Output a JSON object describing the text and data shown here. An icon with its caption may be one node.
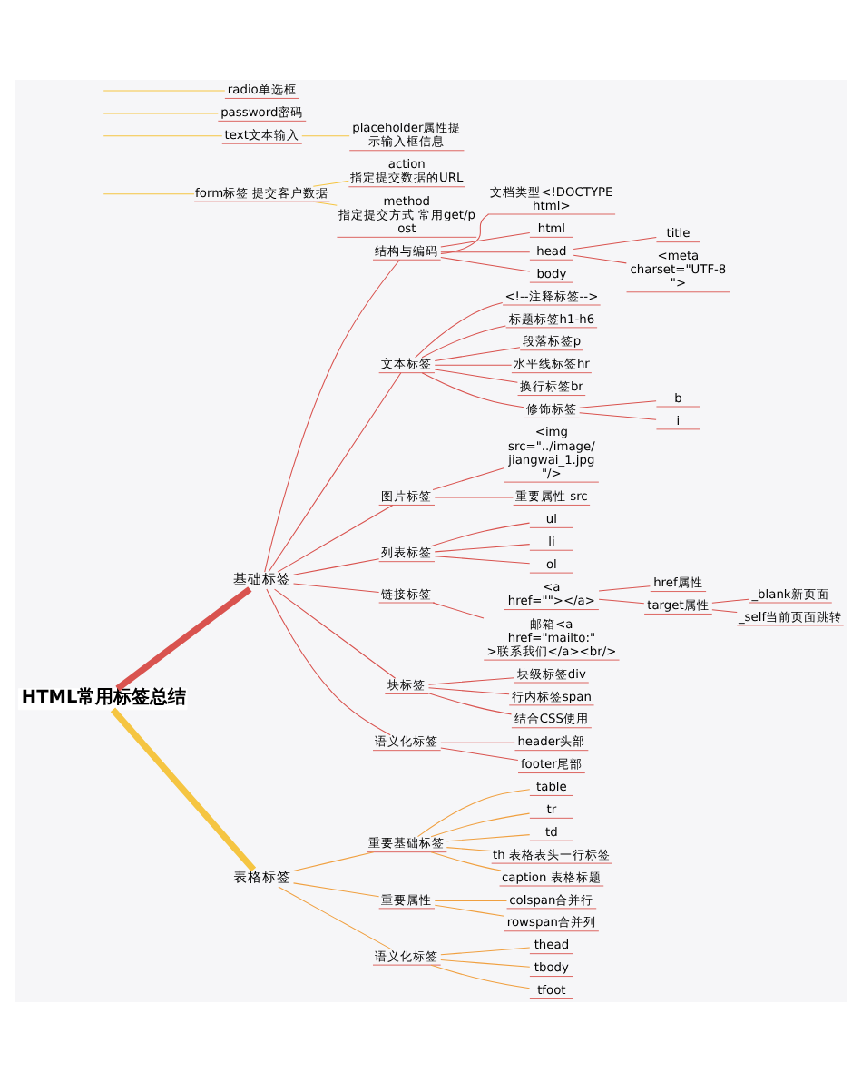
{
  "diagram": {
    "nodes": [
      {
        "text": [
          "HTML常用标签总结"
        ]
      },
      {
        "text": [
          "基础标签"
        ]
      },
      {
        "text": [
          "结构与编码"
        ]
      },
      {
        "text": [
          "文档类型<!DOCTYPE html>"
        ]
      },
      {
        "text": [
          "html"
        ]
      },
      {
        "text": [
          "head"
        ]
      },
      {
        "text": [
          "title"
        ]
      },
      {
        "text": [
          "<meta charset=\"UTF-8\">"
        ]
      },
      {
        "text": [
          "body"
        ]
      },
      {
        "text": [
          "文本标签"
        ]
      },
      {
        "text": [
          "<!--注释标签-->"
        ]
      },
      {
        "text": [
          "标题标签h1-h6"
        ]
      },
      {
        "text": [
          "段落标签p"
        ]
      },
      {
        "text": [
          "水平线标签hr"
        ]
      },
      {
        "text": [
          "换行标签br"
        ]
      },
      {
        "text": [
          "修饰标签"
        ]
      },
      {
        "text": [
          "b"
        ]
      },
      {
        "text": [
          "i"
        ]
      },
      {
        "text": [
          "图片标签"
        ]
      },
      {
        "text": [
          "<img src=\"../image/jiangwai_1.jpg\"/>"
        ]
      },
      {
        "text": [
          "重要属性 src"
        ]
      },
      {
        "text": [
          "列表标签"
        ]
      },
      {
        "text": [
          "ul"
        ]
      },
      {
        "text": [
          "li"
        ]
      },
      {
        "text": [
          "ol"
        ]
      },
      {
        "text": [
          "链接标签"
        ]
      },
      {
        "text": [
          "<a href=\"\"></a>"
        ]
      },
      {
        "text": [
          "href属性"
        ]
      },
      {
        "text": [
          "target属性"
        ]
      },
      {
        "text": [
          "_blank新页面"
        ]
      },
      {
        "text": [
          "_self当前页面跳转"
        ]
      },
      {
        "text": [
          "邮箱<a href=\"mailto:\">联系我们</a><br/>"
        ]
      },
      {
        "text": [
          "块标签"
        ]
      },
      {
        "text": [
          "块级标签div"
        ]
      },
      {
        "text": [
          "行内标签span"
        ]
      },
      {
        "text": [
          "结合CSS使用"
        ]
      },
      {
        "text": [
          "语义化标签"
        ]
      },
      {
        "text": [
          "header头部"
        ]
      },
      {
        "text": [
          "footer尾部"
        ]
      },
      {
        "text": [
          "表格标签"
        ]
      },
      {
        "text": [
          "重要基础标签"
        ]
      },
      {
        "text": [
          "table"
        ]
      },
      {
        "text": [
          "tr"
        ]
      },
      {
        "text": [
          "td"
        ]
      },
      {
        "text": [
          "th 表格表头一行标签"
        ]
      },
      {
        "text": [
          "caption 表格标题"
        ]
      },
      {
        "text": [
          "重要属性"
        ]
      },
      {
        "text": [
          "colspan合并行"
        ]
      },
      {
        "text": [
          "rowspan合并列"
        ]
      },
      {
        "text": [
          "语义化标签"
        ]
      },
      {
        "text": [
          "thead"
        ]
      },
      {
        "text": [
          "tbody"
        ]
      },
      {
        "text": [
          "tfoot"
        ]
      },
      {
        "text": [
          "form标签 提交客户数据"
        ]
      },
      {
        "text": [
          "action 指定提交数据的URL"
        ]
      },
      {
        "text": [
          "method 指定提交方式 常用get/post"
        ]
      },
      {
        "text": [
          "text文本输入"
        ]
      },
      {
        "text": [
          "placeholder属性提示输入框信息"
        ]
      },
      {
        "text": [
          "password密码"
        ]
      },
      {
        "text": [
          "radio单选框"
        ]
      }
    ],
    "edges": [
      {
        "from": 0,
        "to": 1,
        "arrow": "none",
        "style": "thick"
      },
      {
        "from": 1,
        "to": 2,
        "arrow": "none"
      },
      {
        "from": 2,
        "to": 3,
        "arrow": "none"
      },
      {
        "from": 2,
        "to": 4,
        "arrow": "none"
      },
      {
        "from": 2,
        "to": 5,
        "arrow": "none"
      },
      {
        "from": 5,
        "to": 6,
        "arrow": "none"
      },
      {
        "from": 5,
        "to": 7,
        "arrow": "none"
      },
      {
        "from": 2,
        "to": 8,
        "arrow": "none"
      },
      {
        "from": 1,
        "to": 9,
        "arrow": "none"
      },
      {
        "from": 9,
        "to": 10,
        "arrow": "none"
      },
      {
        "from": 9,
        "to": 11,
        "arrow": "none"
      },
      {
        "from": 9,
        "to": 12,
        "arrow": "none"
      },
      {
        "from": 9,
        "to": 13,
        "arrow": "none"
      },
      {
        "from": 9,
        "to": 14,
        "arrow": "none"
      },
      {
        "from": 9,
        "to": 15,
        "arrow": "none"
      },
      {
        "from": 15,
        "to": 16,
        "arrow": "none"
      },
      {
        "from": 15,
        "to": 17,
        "arrow": "none"
      },
      {
        "from": 1,
        "to": 18,
        "arrow": "none"
      },
      {
        "from": 18,
        "to": 19,
        "arrow": "none"
      },
      {
        "from": 18,
        "to": 20,
        "arrow": "none"
      },
      {
        "from": 1,
        "to": 21,
        "arrow": "none"
      },
      {
        "from": 21,
        "to": 22,
        "arrow": "none"
      },
      {
        "from": 21,
        "to": 23,
        "arrow": "none"
      },
      {
        "from": 21,
        "to": 24,
        "arrow": "none"
      },
      {
        "from": 1,
        "to": 25,
        "arrow": "none"
      },
      {
        "from": 25,
        "to": 26,
        "arrow": "none"
      },
      {
        "from": 26,
        "to": 27,
        "arrow": "none"
      },
      {
        "from": 26,
        "to": 28,
        "arrow": "none"
      },
      {
        "from": 28,
        "to": 29,
        "arrow": "none"
      },
      {
        "from": 28,
        "to": 30,
        "arrow": "none"
      },
      {
        "from": 25,
        "to": 31,
        "arrow": "none"
      },
      {
        "from": 1,
        "to": 32,
        "arrow": "none"
      },
      {
        "from": 32,
        "to": 33,
        "arrow": "none"
      },
      {
        "from": 32,
        "to": 34,
        "arrow": "none"
      },
      {
        "from": 32,
        "to": 35,
        "arrow": "none"
      },
      {
        "from": 1,
        "to": 36,
        "arrow": "none"
      },
      {
        "from": 36,
        "to": 37,
        "arrow": "none"
      },
      {
        "from": 36,
        "to": 38,
        "arrow": "none"
      },
      {
        "from": 0,
        "to": 39,
        "arrow": "none",
        "style": "thick",
        "color": "#f5c542"
      },
      {
        "from": 39,
        "to": 40,
        "arrow": "none",
        "color": "#f0a040"
      },
      {
        "from": 40,
        "to": 41,
        "arrow": "none",
        "color": "#f0a040"
      },
      {
        "from": 40,
        "to": 42,
        "arrow": "none",
        "color": "#f0a040"
      },
      {
        "from": 40,
        "to": 43,
        "arrow": "none",
        "color": "#f0a040"
      },
      {
        "from": 40,
        "to": 44,
        "arrow": "none",
        "color": "#f0a040"
      },
      {
        "from": 40,
        "to": 45,
        "arrow": "none",
        "color": "#f0a040"
      },
      {
        "from": 39,
        "to": 46,
        "arrow": "none",
        "color": "#f0a040"
      },
      {
        "from": 46,
        "to": 47,
        "arrow": "none",
        "color": "#f0a040"
      },
      {
        "from": 46,
        "to": 48,
        "arrow": "none",
        "color": "#f0a040"
      },
      {
        "from": 39,
        "to": 49,
        "arrow": "none",
        "color": "#f0a040"
      },
      {
        "from": 49,
        "to": 50,
        "arrow": "none",
        "color": "#f0a040"
      },
      {
        "from": 49,
        "to": 51,
        "arrow": "none",
        "color": "#f0a040"
      },
      {
        "from": 49,
        "to": 52,
        "arrow": "none",
        "color": "#f0a040"
      },
      {
        "from": null,
        "to": 53,
        "arrow": "none",
        "color": "#f5c542"
      },
      {
        "from": 53,
        "to": 54,
        "arrow": "none",
        "color": "#f5c542"
      },
      {
        "from": 53,
        "to": 55,
        "arrow": "none",
        "color": "#f5c542"
      },
      {
        "from": null,
        "to": 56,
        "arrow": "none",
        "color": "#f5c542"
      },
      {
        "from": 56,
        "to": 57,
        "arrow": "none",
        "color": "#f5c542"
      },
      {
        "from": null,
        "to": 58,
        "arrow": "none",
        "color": "#f5c542"
      },
      {
        "from": null,
        "to": 59,
        "arrow": "none",
        "color": "#f5c542"
      }
    ]
  }
}
